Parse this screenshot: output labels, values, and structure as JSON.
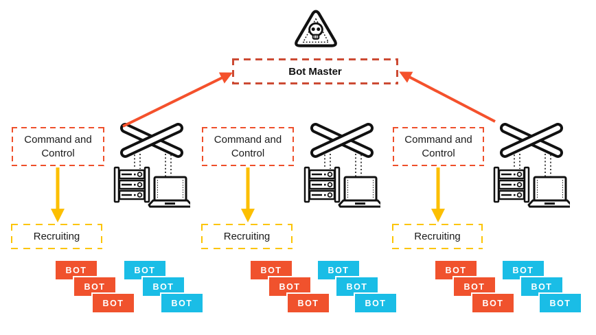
{
  "colors": {
    "accent_red": "#ee4f2a",
    "bot_master_border": "#cc4a33",
    "accent_yellow": "#fcbf00",
    "bot_orange": "#f0522d",
    "bot_cyan": "#1abde6",
    "stroke_black": "#111111"
  },
  "hazard": {
    "icon": "skull-warning-triangle-icon"
  },
  "bot_master": {
    "label": "Bot Master"
  },
  "columns": [
    {
      "command_label": "Command and Control",
      "recruiting_label": "Recruiting",
      "bots_orange": [
        "BOT",
        "BOT",
        "BOT"
      ],
      "bots_cyan": [
        "BOT",
        "BOT",
        "BOT"
      ]
    },
    {
      "command_label": "Command and Control",
      "recruiting_label": "Recruiting",
      "bots_orange": [
        "BOT",
        "BOT",
        "BOT"
      ],
      "bots_cyan": [
        "BOT",
        "BOT",
        "BOT"
      ]
    },
    {
      "command_label": "Command and Control",
      "recruiting_label": "Recruiting",
      "bots_orange": [
        "BOT",
        "BOT",
        "BOT"
      ],
      "bots_cyan": [
        "BOT",
        "BOT",
        "BOT"
      ]
    }
  ],
  "connections": {
    "uplink_arrows": [
      "switch-1 to bot-master",
      "switch-3 to bot-master"
    ],
    "recruit_arrows": [
      "command-control-1 to recruiting-1",
      "command-control-2 to recruiting-2",
      "command-control-3 to recruiting-3"
    ]
  }
}
